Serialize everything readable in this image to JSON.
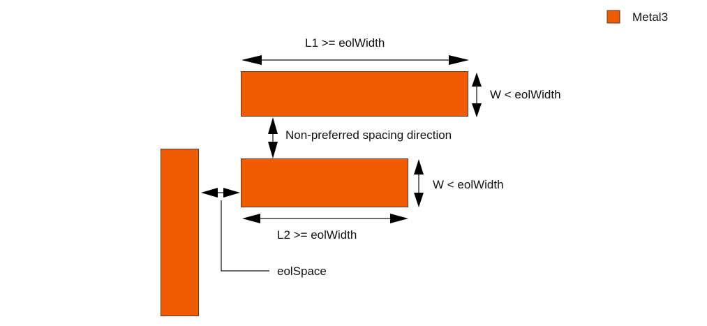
{
  "legend": {
    "items": [
      {
        "label": "Metal3",
        "color": "#f05a00"
      }
    ]
  },
  "colors": {
    "metal": "#f05a00",
    "arrow": "#000000",
    "text": "#111111"
  },
  "annotations": {
    "l1": "L1 >= eolWidth",
    "w_top": "W < eolWidth",
    "spacing_dir": "Non-preferred spacing direction",
    "w_bottom": "W < eolWidth",
    "l2": "L2 >= eolWidth",
    "eol_space": "eolSpace"
  },
  "shapes": [
    {
      "name": "top-wire",
      "layer": "Metal3"
    },
    {
      "name": "middle-wire",
      "layer": "Metal3"
    },
    {
      "name": "vertical-wire",
      "layer": "Metal3"
    }
  ]
}
